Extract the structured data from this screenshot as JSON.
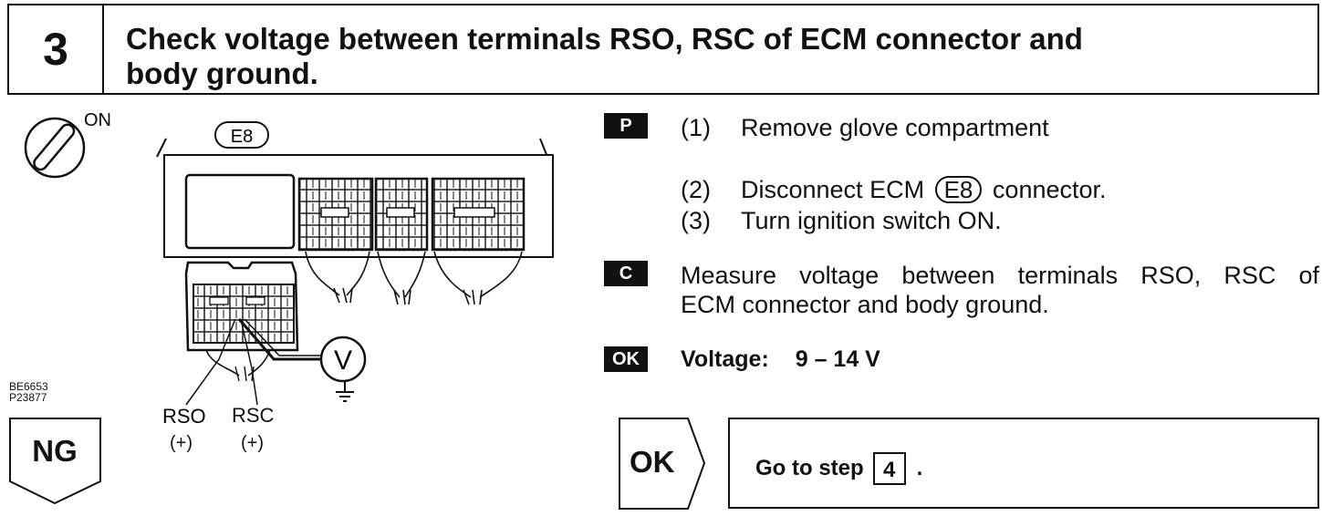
{
  "header": {
    "step_number": "3",
    "title_line1": "Check voltage between terminals RSO, RSC of ECM connector and",
    "title_line2": "body ground."
  },
  "diagram": {
    "switch_label": "ON",
    "connector_tag": "E8",
    "terminal_rso": "RSO",
    "terminal_rsc": "RSC",
    "polarity_rso": "(+)",
    "polarity_rsc": "(+)",
    "meter_symbol": "V"
  },
  "figure_codes": {
    "line1": "BE6653",
    "line2": "P23877"
  },
  "ng_label": "NG",
  "prep": {
    "badge": "P",
    "step1_num": "(1)",
    "step1_text": "Remove glove compartment",
    "step2_num": "(2)",
    "step2_text_pre": "Disconnect ECM",
    "step2_connector": "E8",
    "step2_text_post": "connector.",
    "step3_num": "(3)",
    "step3_text": "Turn ignition switch ON."
  },
  "check": {
    "badge": "C",
    "line1": "Measure voltage between terminals RSO, RSC of",
    "line2": "ECM connector and body ground."
  },
  "ok_spec": {
    "badge": "OK",
    "label": "Voltage:",
    "value": "9 – 14 V"
  },
  "ok_action": {
    "label": "OK",
    "text": "Go to step",
    "step": "4",
    "suffix": "."
  }
}
